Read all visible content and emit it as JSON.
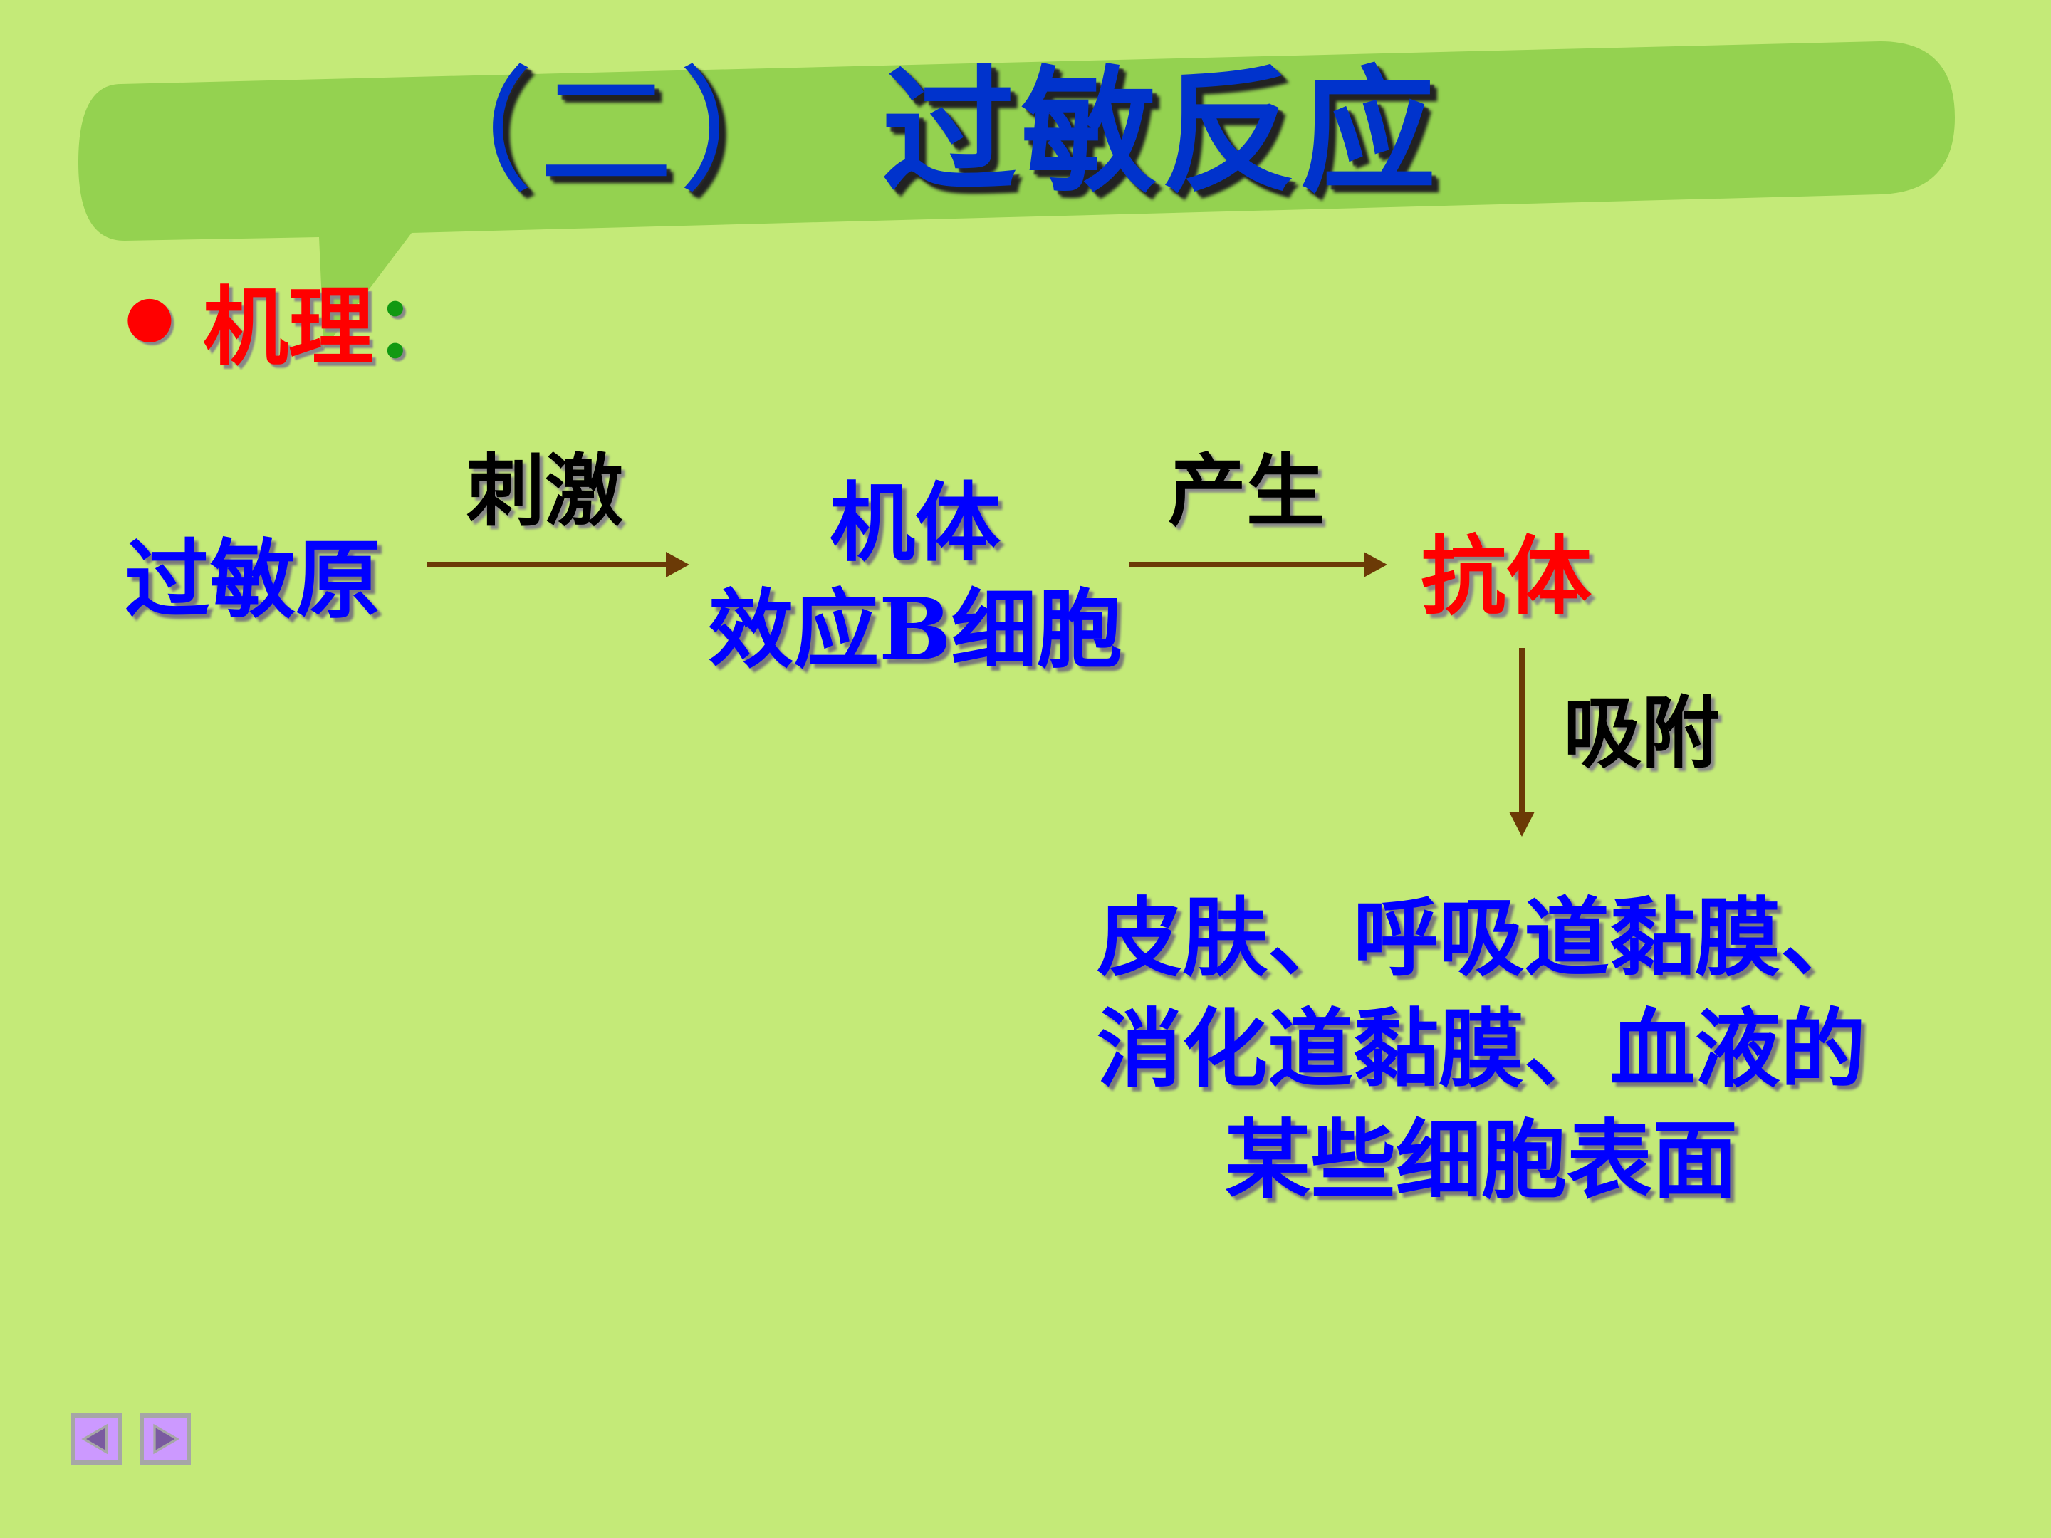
{
  "slide": {
    "title": {
      "number": "（二）",
      "text": "过敏反应"
    },
    "bullet": {
      "label": "机理",
      "colon": "："
    },
    "flow": {
      "allergen": "过敏原",
      "arrow1_label": "刺激",
      "body": {
        "line1": "机体",
        "line2": "效应B细胞"
      },
      "arrow2_label": "产生",
      "antibody": "抗体",
      "arrow3_label": "吸附",
      "target": {
        "line1": "皮肤、呼吸道黏膜、",
        "line2": "消化道黏膜、血液的",
        "line3": "某些细胞表面"
      }
    },
    "navigation": {
      "prev_icon": "triangle-left-icon",
      "next_icon": "triangle-right-icon"
    },
    "colors": {
      "background": "#c4ea78",
      "bubble": "#94d250",
      "title": "#0033cc",
      "node_text": "#0000ff",
      "highlight": "#ff0000",
      "label_text": "#000000",
      "arrow": "#6b3a06",
      "nav_fill": "#cc99ff",
      "nav_border": "#a6a6a6",
      "nav_glyph": "#7a5aa0"
    }
  }
}
